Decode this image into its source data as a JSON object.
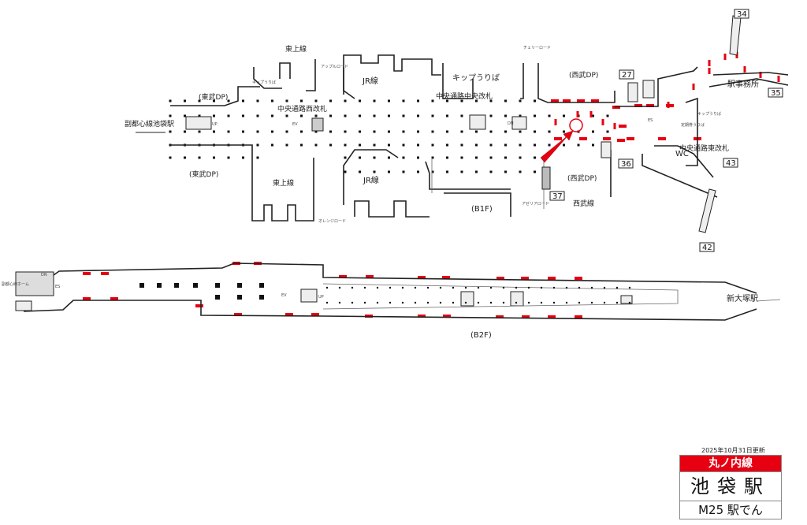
{
  "header": {
    "updated": "2025年10月31日更新",
    "line": "丸ノ内線",
    "station": "池袋駅",
    "code": "M25 駅でん",
    "line_color": "#e60012"
  },
  "b1f": {
    "floor": "(B1F)",
    "labels": {
      "tojo_top": "東上線",
      "tojo_bottom": "東上線",
      "tobu_dp_top": "(東武DP)",
      "tobu_dp_bottom": "(東武DP)",
      "fukutoshin": "副都心線池袋駅",
      "west_gate": "中央通路西改札",
      "central_gate": "中央通路中央改札",
      "east_gate": "中央通路東改札",
      "jr_top": "JR線",
      "jr_bottom": "JR線",
      "kippu_uriba": "キップうりば",
      "kippu_small": "キップうりば",
      "kippu_east": "キップうりば",
      "seibu_dp_top": "(西武DP)",
      "seibu_dp_bottom": "(西武DP)",
      "seibu_line": "西武線",
      "station_office": "駅事務所",
      "teiki": "定期券うりば",
      "wc": "WC",
      "apple_road": "アップルロード",
      "orange_road": "オレンジロード",
      "cherry_road": "チェリーロード",
      "azalea_road": "アゼリアロード",
      "up": "UP",
      "dn": "DN",
      "ev": "EV",
      "es": "ES"
    },
    "exits": [
      "27",
      "34",
      "35",
      "36",
      "37",
      "42",
      "43"
    ]
  },
  "b2f": {
    "floor": "(B2F)",
    "labels": {
      "fukutoshin_home": "副都心線ホーム",
      "shin_otsuka": "新大塚駅",
      "dn": "DN",
      "es": "ES",
      "ev": "EV",
      "up": "UP"
    }
  },
  "marker_color": "#e60012"
}
